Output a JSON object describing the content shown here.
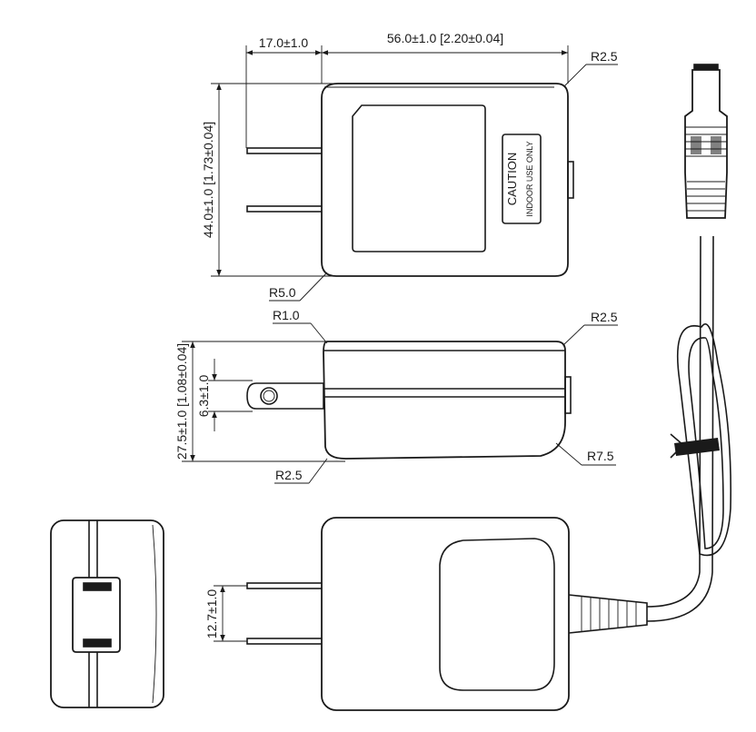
{
  "dimensions": {
    "prong_length": "17.0±1.0",
    "body_length": "56.0±1.0 [2.20±0.04]",
    "body_height": "44.0±1.0 [1.73±0.04]",
    "body_depth": "27.5±1.0 [1.08±0.04]",
    "prong_offset": "6.3±1.0",
    "prong_spacing": "12.7±1.0"
  },
  "radii": {
    "top_right": "R2.5",
    "bottom_left_front": "R5.0",
    "side_top_left": "R1.0",
    "side_top_right": "R2.5",
    "side_bottom_left": "R2.5",
    "side_bottom_right": "R7.5"
  },
  "label": {
    "line1": "CAUTION",
    "line2": "INDOOR USE ONLY"
  }
}
